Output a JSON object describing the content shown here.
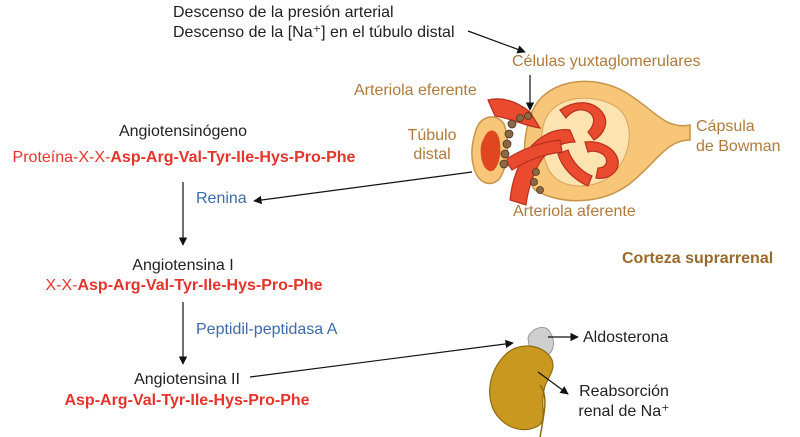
{
  "top_trigger": {
    "line1": "Descenso de la presión arterial",
    "line2": "Descenso de la [Na⁺] en el túbulo distal"
  },
  "kidney_labels": {
    "jg_cells": "Células yuxtaglomerulares",
    "efferent": "Arteriola eferente",
    "tubule_1": "Túbulo",
    "tubule_2": "distal",
    "bowman_1": "Cápsula",
    "bowman_2": "de Bowman",
    "afferent": "Arteriola aferente"
  },
  "cascade": {
    "angiotensinogen": {
      "name": "Angiotensinógeno",
      "seq_prefix": "Proteína-X-X-",
      "seq_bold": "Asp-Arg-Val-Tyr-Ile-Hys-Pro-Phe"
    },
    "renin": "Renina",
    "angiotensin1": {
      "name": "Angiotensina I",
      "seq_prefix": "X-X-",
      "seq_bold": "Asp-Arg-Val-Tyr-Ile-Hys-Pro-Phe"
    },
    "ace": "Peptidil-peptidasa A",
    "angiotensin2": {
      "name": "Angiotensina II",
      "seq_bold": "Asp-Arg-Val-Tyr-Ile-Hys-Pro-Phe"
    }
  },
  "adrenal": {
    "title": "Corteza suprarrenal",
    "output": "Aldosterona",
    "effect_1": "Reabsorción",
    "effect_2": "renal de Na⁺"
  },
  "colors": {
    "red_text": "#e3352b",
    "blue_text": "#3d6aa8",
    "tan_text": "#b07a3c",
    "kidney_yellow": "#f7c679",
    "arteriole_red": "#ea4a2e",
    "adrenal_gland": "#c9981e",
    "adrenal_cap": "#cfcfcf"
  }
}
